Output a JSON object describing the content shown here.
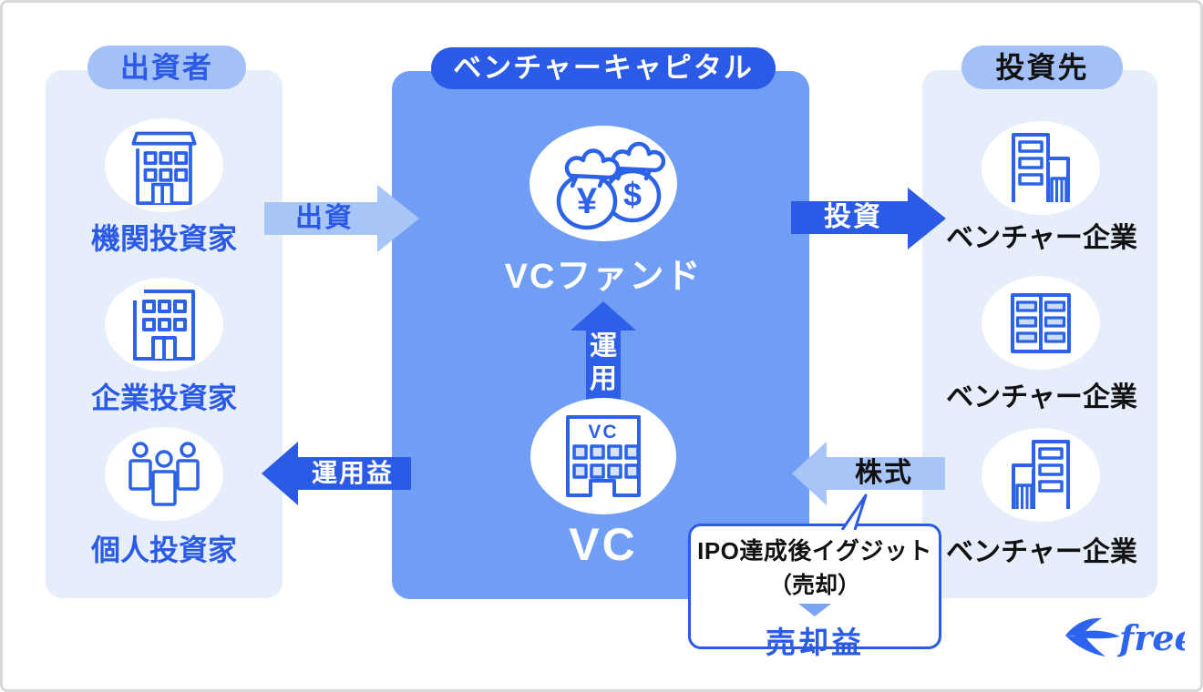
{
  "colors": {
    "accent_dark_blue": "#2b5be6",
    "center_panel_blue": "#719ef5",
    "light_blue_pill_arrow": "#a3c1f7",
    "pale_panel_blue": "#e6eefc",
    "icon_stroke_blue": "#2b62e8",
    "window_fill_blue": "#d6e3fa",
    "callout_triangle_blue": "#7aa4f3",
    "text_black": "#111111",
    "logo_blue": "#2d64ef",
    "frame_border_gray": "#d9d9d9"
  },
  "left_panel": {
    "header": "出資者",
    "items": [
      {
        "label": "機関投資家",
        "icon": "bank-building-icon"
      },
      {
        "label": "企業投資家",
        "icon": "office-building-icon"
      },
      {
        "label": "個人投資家",
        "icon": "people-icon"
      }
    ]
  },
  "center_panel": {
    "header": "ベンチャーキャピタル",
    "fund_label": "VCファンド",
    "fund_icon": "money-bags-icon",
    "flow_up_label": "運用",
    "vc_label": "VC",
    "vc_icon": "vc-building-icon"
  },
  "right_panel": {
    "header": "投資先",
    "items": [
      {
        "label": "ベンチャー企業",
        "icon": "venture-building-single-icon"
      },
      {
        "label": "ベンチャー企業",
        "icon": "venture-building-twin-icon"
      },
      {
        "label": "ベンチャー企業",
        "icon": "venture-building-annex-icon"
      }
    ]
  },
  "arrows": {
    "contribute": "出資",
    "invest": "投資",
    "operation_return": "運用益",
    "stock": "株式"
  },
  "callout": {
    "line1": "IPO達成後イグジット",
    "line2": "（売却）",
    "result": "売却益"
  },
  "logo": {
    "text": "freee"
  }
}
